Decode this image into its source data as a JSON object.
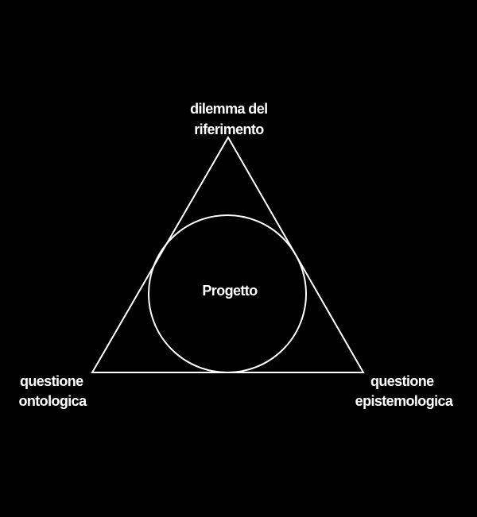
{
  "colors": {
    "background": "#000000",
    "stroke": "#ffffff",
    "text": "#ffffff"
  },
  "diagram": {
    "top_label": [
      "dilemma del",
      "riferimento"
    ],
    "left_label": [
      "questione",
      "ontologica"
    ],
    "right_label": [
      "questione",
      "epistemologica"
    ],
    "center_label": "Progetto"
  }
}
